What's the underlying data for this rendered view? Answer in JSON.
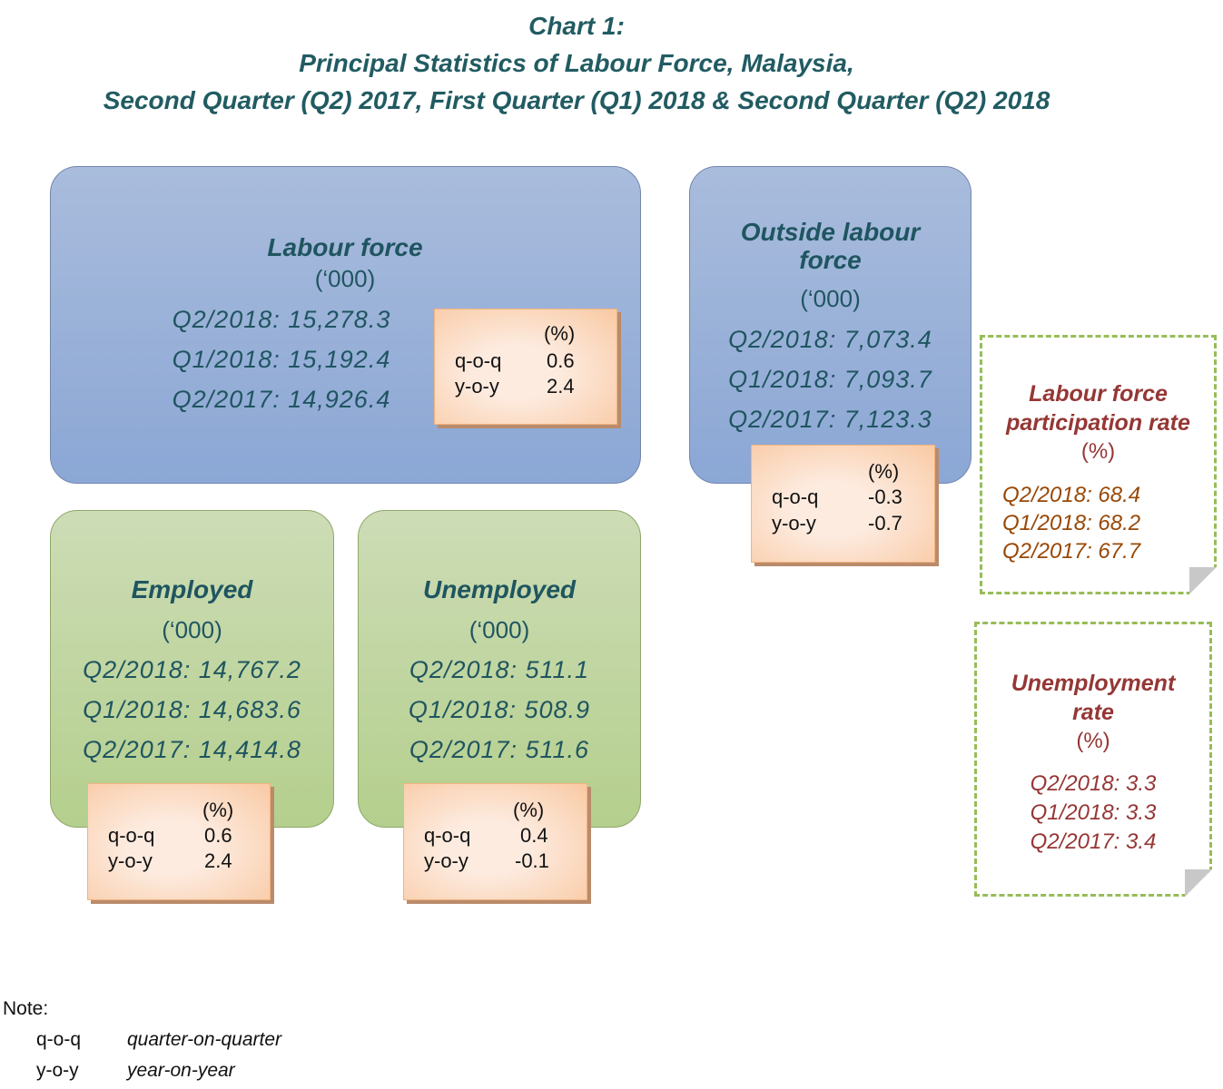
{
  "title": {
    "line1": "Chart 1:",
    "line2": "Principal Statistics of Labour Force, Malaysia,",
    "line3": "Second Quarter (Q2) 2017, First Quarter (Q1) 2018 & Second Quarter (Q2) 2018"
  },
  "labour_force": {
    "heading": "Labour force",
    "unit": "(‘000)",
    "values": [
      "Q2/2018: 15,278.3",
      "Q1/2018: 15,192.4",
      "Q2/2017: 14,926.4"
    ],
    "change": {
      "unit": "(%)",
      "qoq_label": "q-o-q",
      "qoq": "0.6",
      "yoy_label": "y-o-y",
      "yoy": "2.4"
    }
  },
  "outside": {
    "heading1": "Outside labour",
    "heading2": "force",
    "unit": "(‘000)",
    "values": [
      "Q2/2018: 7,073.4",
      "Q1/2018: 7,093.7",
      "Q2/2017: 7,123.3"
    ],
    "change": {
      "unit": "(%)",
      "qoq_label": "q-o-q",
      "qoq": "-0.3",
      "yoy_label": "y-o-y",
      "yoy": "-0.7"
    }
  },
  "employed": {
    "heading": "Employed",
    "unit": "(‘000)",
    "values": [
      "Q2/2018: 14,767.2",
      "Q1/2018: 14,683.6",
      "Q2/2017: 14,414.8"
    ],
    "change": {
      "unit": "(%)",
      "qoq_label": "q-o-q",
      "qoq": "0.6",
      "yoy_label": "y-o-y",
      "yoy": "2.4"
    }
  },
  "unemployed": {
    "heading": "Unemployed",
    "unit": "(‘000)",
    "values": [
      "Q2/2018: 511.1",
      "Q1/2018: 508.9",
      "Q2/2017: 511.6"
    ],
    "change": {
      "unit": "(%)",
      "qoq_label": "q-o-q",
      "qoq": "0.4",
      "yoy_label": "y-o-y",
      "yoy": "-0.1"
    }
  },
  "lfpr": {
    "heading1": "Labour force",
    "heading2": "participation rate",
    "unit": "(%)",
    "values": [
      "Q2/2018: 68.4",
      "Q1/2018: 68.2",
      "Q2/2017: 67.7"
    ]
  },
  "ur": {
    "heading1": "Unemployment",
    "heading2": "rate",
    "unit": "(%)",
    "values": [
      "Q2/2018: 3.3",
      "Q1/2018: 3.3",
      "Q2/2017: 3.4"
    ]
  },
  "note": {
    "label": "Note:",
    "items": [
      {
        "abbr": "q-o-q",
        "full": "quarter-on-quarter"
      },
      {
        "abbr": "y-o-y",
        "full": "year-on-year"
      }
    ]
  }
}
